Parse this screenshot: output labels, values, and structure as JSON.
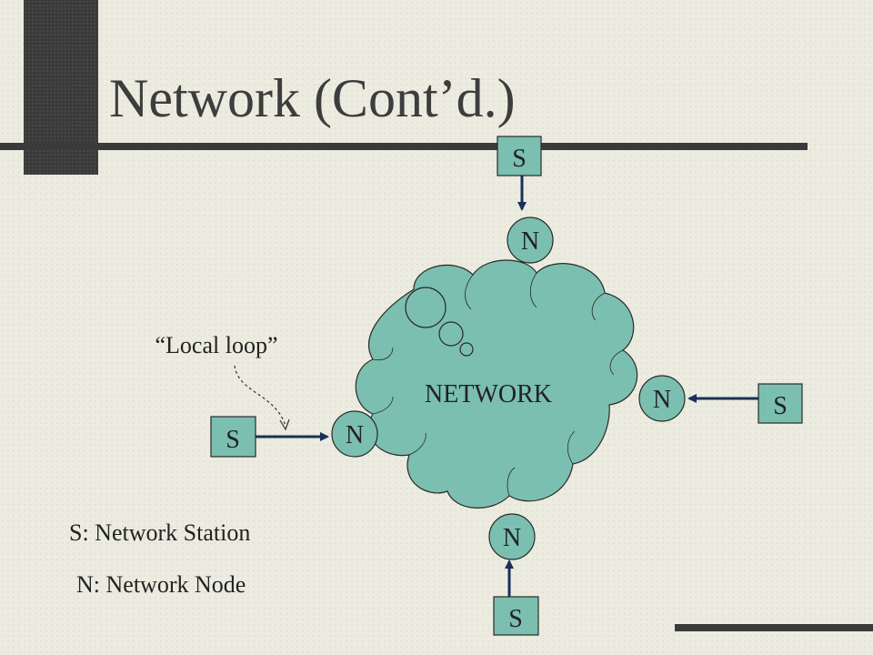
{
  "slide": {
    "title": "Network (Cont’d.)"
  },
  "diagram": {
    "cloud_label": "NETWORK",
    "annotation": "“Local loop”",
    "stations": [
      {
        "id": "station-top",
        "label": "S"
      },
      {
        "id": "station-right",
        "label": "S"
      },
      {
        "id": "station-left",
        "label": "S"
      },
      {
        "id": "station-bottom",
        "label": "S"
      }
    ],
    "nodes": [
      {
        "id": "node-top",
        "label": "N"
      },
      {
        "id": "node-right",
        "label": "N"
      },
      {
        "id": "node-left",
        "label": "N"
      },
      {
        "id": "node-bottom",
        "label": "N"
      }
    ]
  },
  "legend": {
    "station": "S: Network Station",
    "node": "N: Network Node"
  },
  "colors": {
    "cloud_fill": "#7bbfb0",
    "station_fill": "#7bbfb0",
    "node_fill": "#7bbfb0",
    "arrow": "#1a2f5a",
    "bars": "#3a3a3a"
  }
}
